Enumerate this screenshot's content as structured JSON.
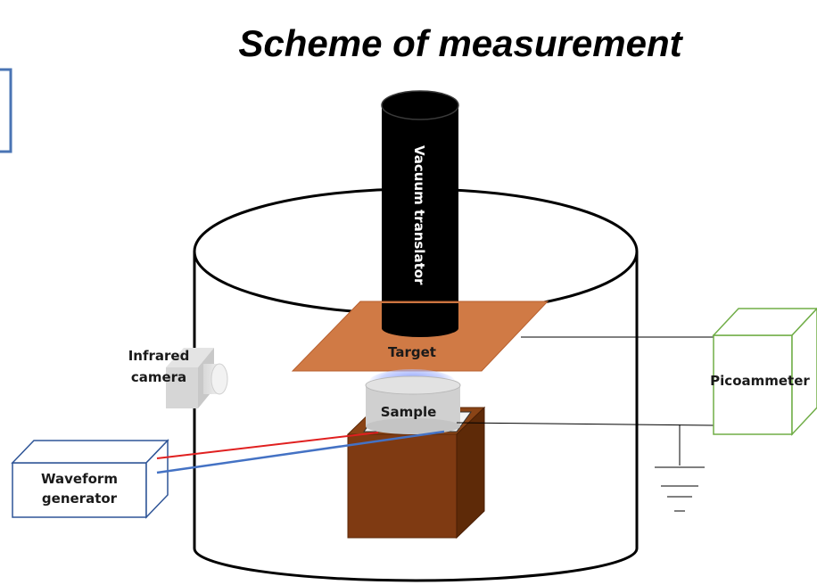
{
  "title": "Scheme of measurement",
  "labels": {
    "vacuum_translator": "Vacuum translator",
    "target": "Target",
    "sample": "Sample",
    "infrared_camera_line1": "Infrared",
    "infrared_camera_line2": "camera",
    "picoammeter": "Picoammeter",
    "waveform_generator_line1": "Waveform",
    "waveform_generator_line2": "generator"
  },
  "colors": {
    "target": "#d07a45",
    "heater_block": "#7f3a12",
    "vacuum_translator": "#000000",
    "sample": "#d0d0d0",
    "picoammeter_outline": "#70ad47",
    "waveform_generator_outline": "#2f5597",
    "wire_red": "#e02020",
    "wire_blue": "#4472c4",
    "frame_box": "#4a74b4",
    "plasma_glow": "#8fa8ff"
  },
  "icons": [
    "infrared-camera-icon",
    "ground-icon"
  ]
}
